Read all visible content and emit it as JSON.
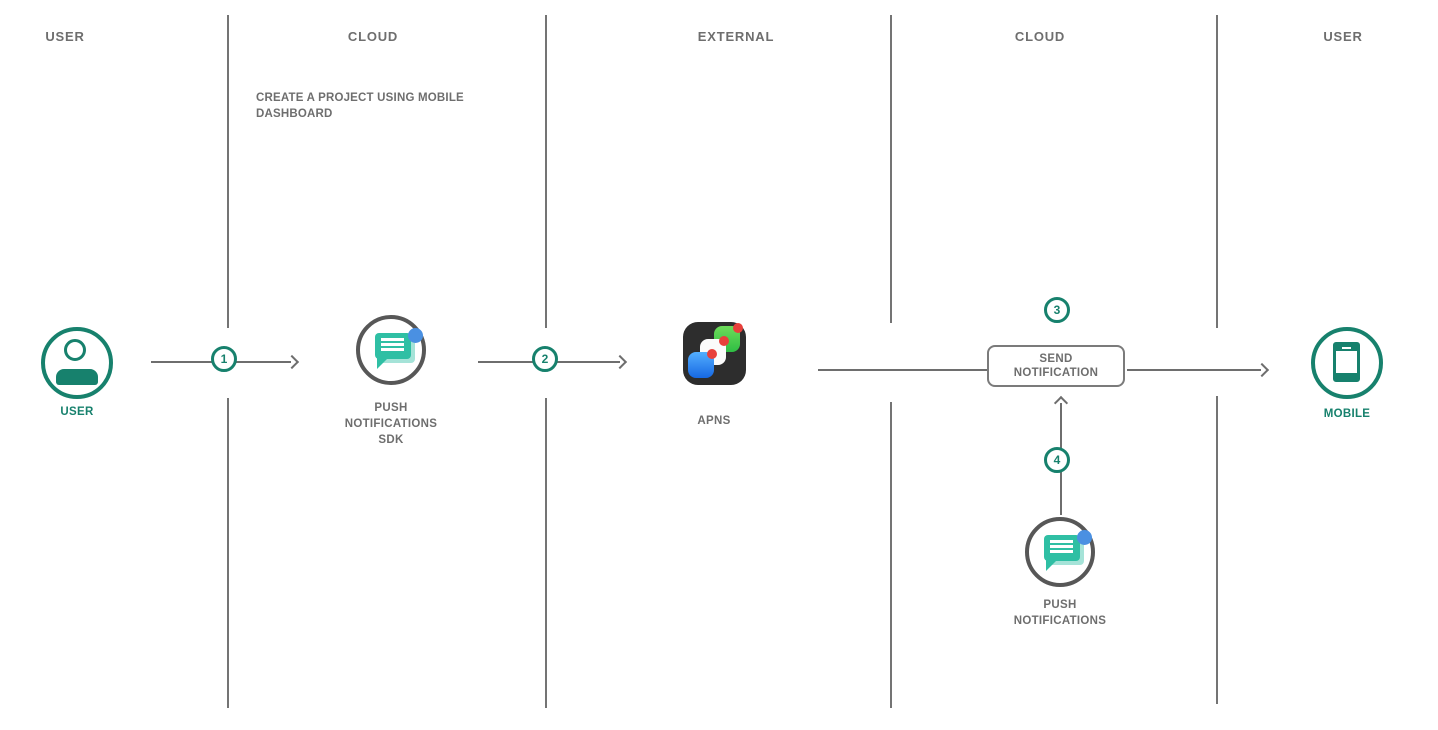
{
  "diagram": {
    "lanes": [
      {
        "label": "USER"
      },
      {
        "label": "CLOUD"
      },
      {
        "label": "EXTERNAL"
      },
      {
        "label": "CLOUD"
      },
      {
        "label": "USER"
      }
    ],
    "annotation": "CREATE A PROJECT USING MOBILE DASHBOARD",
    "steps": [
      "1",
      "2",
      "3",
      "4"
    ],
    "nodes": {
      "user": {
        "label": "USER",
        "icon": "user-icon"
      },
      "sdk": {
        "label": "PUSH NOTIFICATIONS SDK",
        "icon": "chat-bubble-icon"
      },
      "apns": {
        "label": "APNS",
        "icon": "apns-icon"
      },
      "send": {
        "label": "SEND NOTIFICATION",
        "icon": "rounded-box"
      },
      "push": {
        "label": "PUSH NOTIFICATIONS",
        "icon": "chat-bubble-icon"
      },
      "mobile": {
        "label": "MOBILE",
        "icon": "mobile-icon"
      }
    },
    "colors": {
      "accent_teal": "#17816D",
      "bubble_teal": "#2FBFA4",
      "bubble_shadow_teal": "#A5E3D8",
      "notification_blue": "#4A90E2",
      "icon_ring_gray": "#575757",
      "label_gray": "#6E6E6E",
      "line_gray": "#6E6E6E",
      "apns_bg": "#2D2D2D",
      "apns_green": "#3FCC4F",
      "apns_blue": "#2F8CF2",
      "apns_red": "#E8403B"
    }
  }
}
